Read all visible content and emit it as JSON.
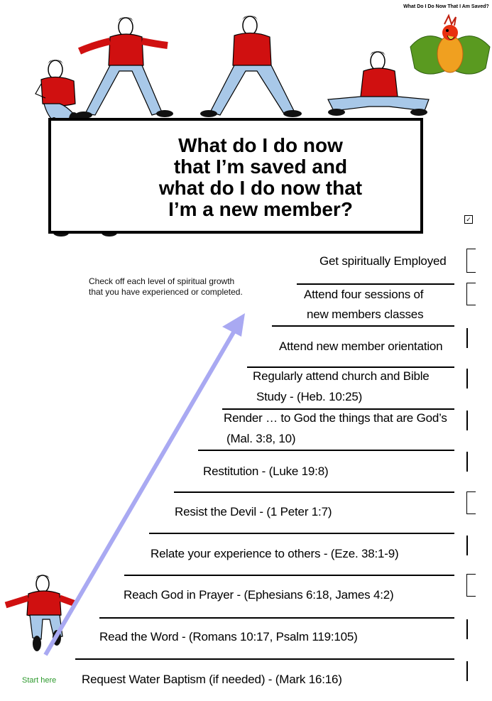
{
  "corner_label": "What Do I Do Now That I Am Saved?",
  "title_lines": [
    "What do I do now",
    "that I’m saved and",
    "what do I do now that",
    "I’m a new member?"
  ],
  "instruction_lines": [
    "Check off each level of spiritual growth",
    "that you have experienced or completed."
  ],
  "start_label": "Start here",
  "accent_arrow": "#a9a9f2",
  "accent_start": "#2e9a2e",
  "steps": [
    {
      "line1": "Get spiritually Employed"
    },
    {
      "line1": "Attend four sessions of",
      "line2": "new members classes"
    },
    {
      "line1": "Attend new member orientation"
    },
    {
      "line1": "Regularly attend church and Bible",
      "line2": "Study - (Heb. 10:25)"
    },
    {
      "line1": "Render … to God the things that are God’s",
      "line2": "(Mal. 3:8, 10)"
    },
    {
      "line1": "Restitution - (Luke 19:8)"
    },
    {
      "line1": "Resist the Devil - (1 Peter 1:7)"
    },
    {
      "line1": "Relate your experience to others - (Eze. 38:1-9)"
    },
    {
      "line1": "Reach God in Prayer - (Ephesians 6:18, James 4:2)"
    },
    {
      "line1": "Read the Word - (Romans 10:17, Psalm 119:105)"
    },
    {
      "line1": "Request Water Baptism (if needed) - (Mark 16:16)"
    }
  ]
}
